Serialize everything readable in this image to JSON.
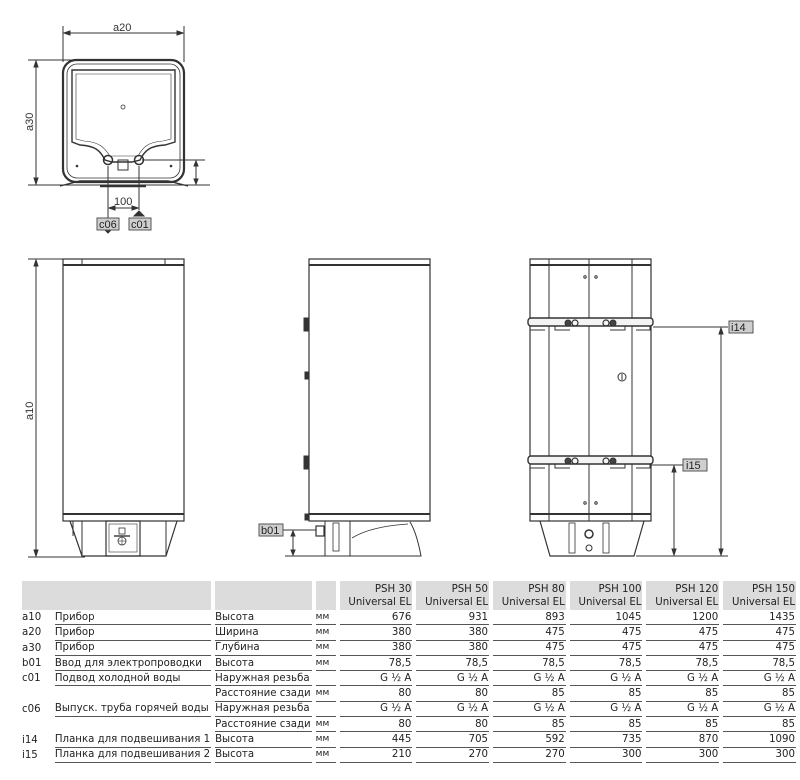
{
  "drawing": {
    "top_view": {
      "dim_width_label": "a20",
      "dim_depth_label": "a30",
      "pipe_spacing": "100",
      "tags": [
        "c06",
        "c01"
      ]
    },
    "front_view": {
      "dim_height_label": "a10"
    },
    "side_view": {
      "tag": "b01"
    },
    "back_view": {
      "tags": [
        "i14",
        "i15"
      ]
    }
  },
  "table": {
    "models": [
      {
        "line1": "PSH 30",
        "line2": "Universal EL"
      },
      {
        "line1": "PSH 50",
        "line2": "Universal EL"
      },
      {
        "line1": "PSH 80",
        "line2": "Universal EL"
      },
      {
        "line1": "PSH 100",
        "line2": "Universal EL"
      },
      {
        "line1": "PSH 120",
        "line2": "Universal EL"
      },
      {
        "line1": "PSH 150",
        "line2": "Universal EL"
      }
    ],
    "rows": [
      {
        "code": "a10",
        "name": "Прибор",
        "param": "Высота",
        "unit": "мм",
        "values": [
          "676",
          "931",
          "893",
          "1045",
          "1200",
          "1435"
        ]
      },
      {
        "code": "a20",
        "name": "Прибор",
        "param": "Ширина",
        "unit": "мм",
        "values": [
          "380",
          "380",
          "475",
          "475",
          "475",
          "475"
        ]
      },
      {
        "code": "a30",
        "name": "Прибор",
        "param": "Глубина",
        "unit": "мм",
        "values": [
          "380",
          "380",
          "475",
          "475",
          "475",
          "475"
        ]
      },
      {
        "code": "b01",
        "name": "Ввод для электропроводки",
        "param": "Высота",
        "unit": "мм",
        "values": [
          "78,5",
          "78,5",
          "78,5",
          "78,5",
          "78,5",
          "78,5"
        ]
      },
      {
        "code": "c01",
        "name": "Подвод холодной воды",
        "param": "Наружная резьба",
        "unit": "",
        "values": [
          "G ½ A",
          "G ½ A",
          "G ½ A",
          "G ½ A",
          "G ½ A",
          "G ½ A"
        ]
      },
      {
        "code": "",
        "name": "",
        "param": "Расстояние сзади",
        "unit": "мм",
        "values": [
          "80",
          "80",
          "85",
          "85",
          "85",
          "85"
        ]
      },
      {
        "code": "c06",
        "name": "Выпуск. труба горячей воды",
        "param": "Наружная резьба",
        "unit": "",
        "values": [
          "G ½ A",
          "G ½ A",
          "G ½ A",
          "G ½ A",
          "G ½ A",
          "G ½ A"
        ]
      },
      {
        "code": "",
        "name": "",
        "param": "Расстояние сзади",
        "unit": "мм",
        "values": [
          "80",
          "80",
          "85",
          "85",
          "85",
          "85"
        ]
      },
      {
        "code": "i14",
        "name": "Планка для подвешивания 1",
        "param": "Высота",
        "unit": "мм",
        "values": [
          "445",
          "705",
          "592",
          "735",
          "870",
          "1090"
        ]
      },
      {
        "code": "i15",
        "name": "Планка для подвешивания 2",
        "param": "Высота",
        "unit": "мм",
        "values": [
          "210",
          "270",
          "270",
          "300",
          "300",
          "300"
        ]
      }
    ]
  }
}
